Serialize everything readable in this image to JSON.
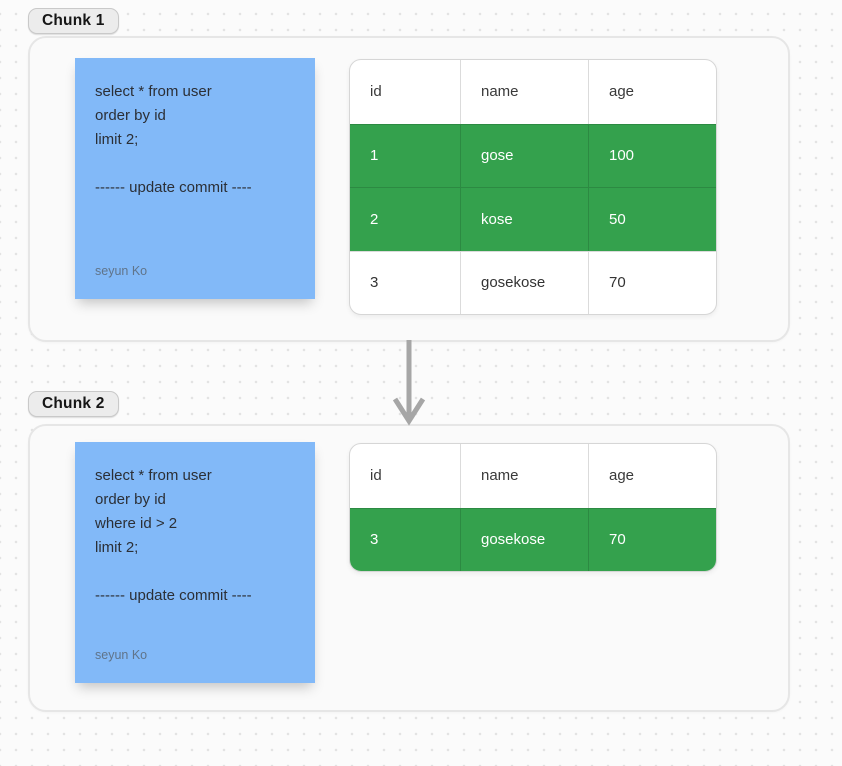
{
  "colors": {
    "page_bg": "#FBFBFB",
    "dot": "#E3E3E3",
    "chunk_bg": "#FAFAFA",
    "chunk_border": "#E6E6E6",
    "pill_bg": "#ECECEC",
    "pill_border": "#C9C9C9",
    "note_bg": "#82B9F8",
    "note_text": "#2B2F36",
    "note_author": "#60748A",
    "table_bg": "#FFFFFF",
    "table_border": "#D6D6D6",
    "highlight": "#34A14D",
    "highlight_text": "#FFFFFF",
    "cell_text": "#333333",
    "arrow": "#A6A6A6"
  },
  "arrow": {
    "direction": "down"
  },
  "chunks": [
    {
      "label": "Chunk 1",
      "note": {
        "lines": [
          "select * from user",
          "order by id",
          "limit 2;",
          "",
          "------ update commit ----"
        ],
        "author": "seyun Ko"
      },
      "table": {
        "headers": [
          "id",
          "name",
          "age"
        ],
        "rows": [
          {
            "cells": [
              "1",
              "gose",
              "100"
            ],
            "highlighted": true
          },
          {
            "cells": [
              "2",
              "kose",
              "50"
            ],
            "highlighted": true
          },
          {
            "cells": [
              "3",
              "gosekose",
              "70"
            ],
            "highlighted": false
          }
        ]
      }
    },
    {
      "label": "Chunk 2",
      "note": {
        "lines": [
          "select * from user",
          "order by id",
          "where id > 2",
          "limit 2;",
          "",
          "------ update commit ----"
        ],
        "author": "seyun Ko"
      },
      "table": {
        "headers": [
          "id",
          "name",
          "age"
        ],
        "rows": [
          {
            "cells": [
              "3",
              "gosekose",
              "70"
            ],
            "highlighted": true
          }
        ]
      }
    }
  ]
}
